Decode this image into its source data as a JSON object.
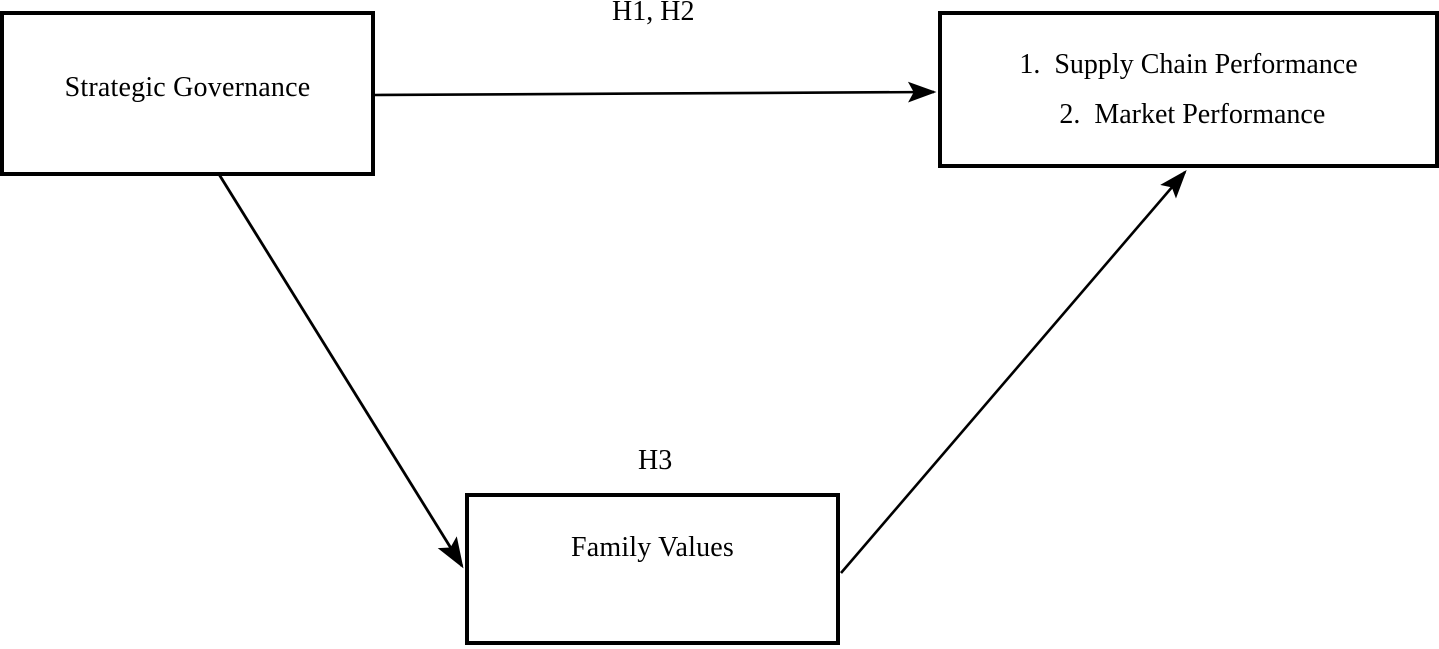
{
  "diagram": {
    "type": "conceptual-research-model",
    "background_color": "#ffffff",
    "line_color": "#000000",
    "nodes": [
      {
        "id": "strategic-governance",
        "label": "Strategic Governance"
      },
      {
        "id": "outcomes",
        "items": [
          {
            "index": "1.",
            "label": "Supply Chain Performance"
          },
          {
            "index": "2.",
            "label": "Market Performance"
          }
        ]
      },
      {
        "id": "family-values",
        "label": "Family Values"
      }
    ],
    "edges": [
      {
        "id": "sg-to-outcomes",
        "label": "H1,  H2",
        "from": "strategic-governance",
        "to": "outcomes"
      },
      {
        "id": "sg-to-family-values",
        "label": "",
        "from": "strategic-governance",
        "to": "family-values"
      },
      {
        "id": "family-values-to-outcomes",
        "label": "H3",
        "from": "family-values",
        "to": "outcomes"
      }
    ]
  },
  "labels": {
    "h1_h2": "H1,  H2",
    "h3": "H3"
  },
  "nodes": {
    "strategic_governance": {
      "title": "Strategic Governance"
    },
    "outcomes": {
      "item1_index": "1.",
      "item1_label": "Supply Chain Performance",
      "item2_index": "2.",
      "item2_label": "Market Performance"
    },
    "family_values": {
      "title": "Family Values"
    }
  }
}
